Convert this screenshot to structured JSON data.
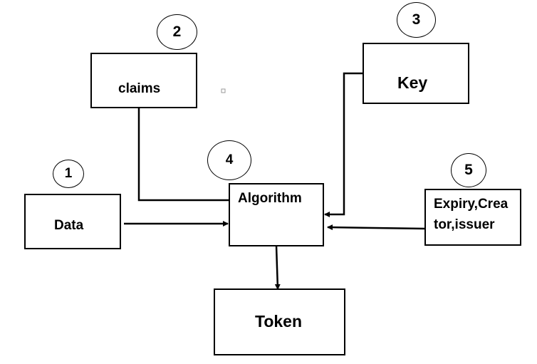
{
  "nodes": {
    "claims": {
      "label": "claims",
      "number": "2"
    },
    "key": {
      "label": "Key",
      "number": "3"
    },
    "algorithm": {
      "label": "Algorithm",
      "number": "4"
    },
    "data": {
      "label": "Data",
      "number": "1"
    },
    "expiry": {
      "label_line1": "Expiry,Crea",
      "label_line2": "tor,issuer",
      "number": "5"
    },
    "token": {
      "label": "Token"
    }
  },
  "edges": [
    {
      "from": "claims",
      "to": "algorithm"
    },
    {
      "from": "key",
      "to": "algorithm"
    },
    {
      "from": "data",
      "to": "algorithm"
    },
    {
      "from": "expiry",
      "to": "algorithm"
    },
    {
      "from": "algorithm",
      "to": "token"
    }
  ]
}
